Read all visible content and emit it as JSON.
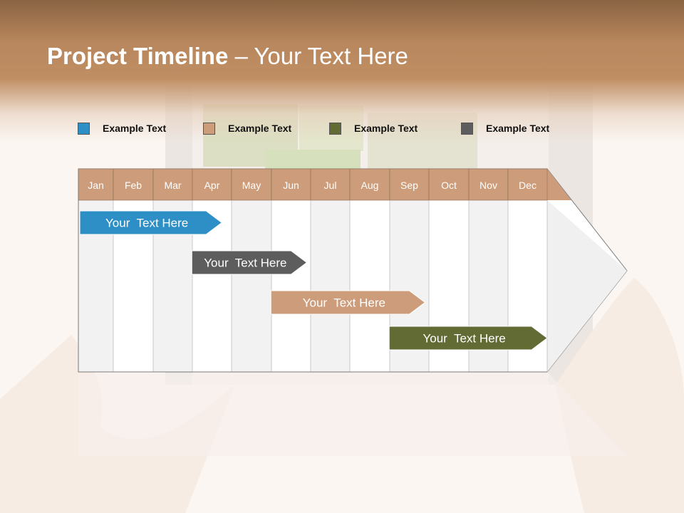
{
  "title": {
    "bold": "Project Timeline",
    "rest": " – Your Text Here"
  },
  "legend": [
    {
      "label": "Example Text",
      "color": "#2e8fc6"
    },
    {
      "label": "Example Text",
      "color": "#cd9d7b"
    },
    {
      "label": "Example Text",
      "color": "#636b35"
    },
    {
      "label": "Example Text",
      "color": "#5d5d5d"
    }
  ],
  "chart_data": {
    "type": "gantt",
    "categories": [
      "Jan",
      "Feb",
      "Mar",
      "Apr",
      "May",
      "Jun",
      "Jul",
      "Aug",
      "Sep",
      "Oct",
      "Nov",
      "Dec"
    ],
    "tasks": [
      {
        "label": "Your  Text Here",
        "start": 0,
        "end": 3.75,
        "color": "#2e8fc6"
      },
      {
        "label": "Your  Text Here",
        "start": 2.95,
        "end": 5.9,
        "color": "#5d5d5d"
      },
      {
        "label": "Your  Text Here",
        "start": 4.95,
        "end": 8.9,
        "color": "#cd9d7b"
      },
      {
        "label": "Your  Text Here",
        "start": 7.95,
        "end": 12,
        "color": "#636b35"
      }
    ]
  }
}
